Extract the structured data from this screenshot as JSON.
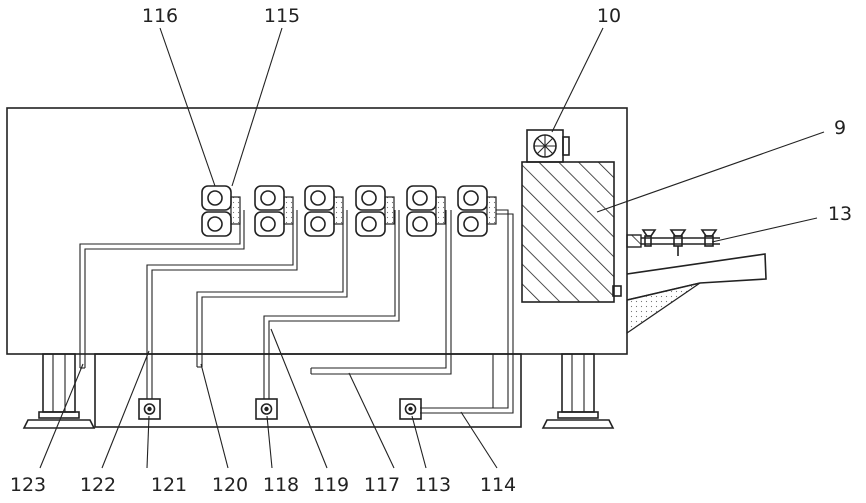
{
  "labels": {
    "l116": "116",
    "l115": "115",
    "l10": "10",
    "l9": "9",
    "l13": "13",
    "l123": "123",
    "l122": "122",
    "l121": "121",
    "l120": "120",
    "l118": "118",
    "l119": "119",
    "l117": "117",
    "l113": "113",
    "l114": "114"
  }
}
